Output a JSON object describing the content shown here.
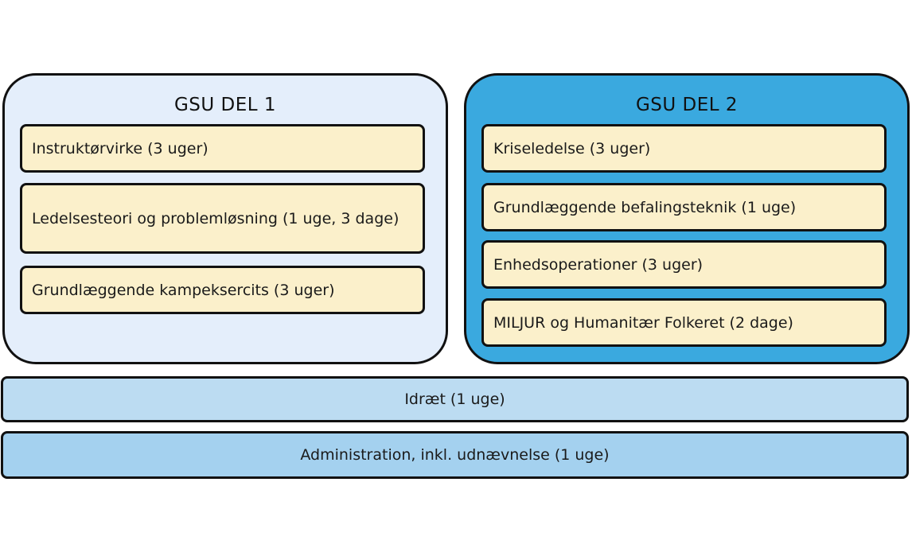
{
  "panels": [
    {
      "title": "GSU DEL 1",
      "items": [
        "Instruktørvirke (3 uger)",
        "Ledelsesteori og problemløsning (1 uge, 3 dage)",
        "Grundlæggende kampeksercits (3 uger)"
      ]
    },
    {
      "title": "GSU DEL 2",
      "items": [
        "Kriseledelse (3 uger)",
        "Grundlæggende befalingsteknik (1 uge)",
        "Enhedsoperationer (3 uger)",
        "MILJUR og Humanitær Folkeret (2 dage)"
      ]
    }
  ],
  "bars": [
    "Idræt (1 uge)",
    "Administration, inkl. udnævnelse (1 uge)"
  ],
  "colors": {
    "panel1_fill": "#e4eefb",
    "panel2_fill": "#3aa9df",
    "item_fill": "#fbf0cb",
    "bar1_fill": "#bcdcf2",
    "bar2_fill": "#a4d1ef",
    "outline": "#111111"
  }
}
